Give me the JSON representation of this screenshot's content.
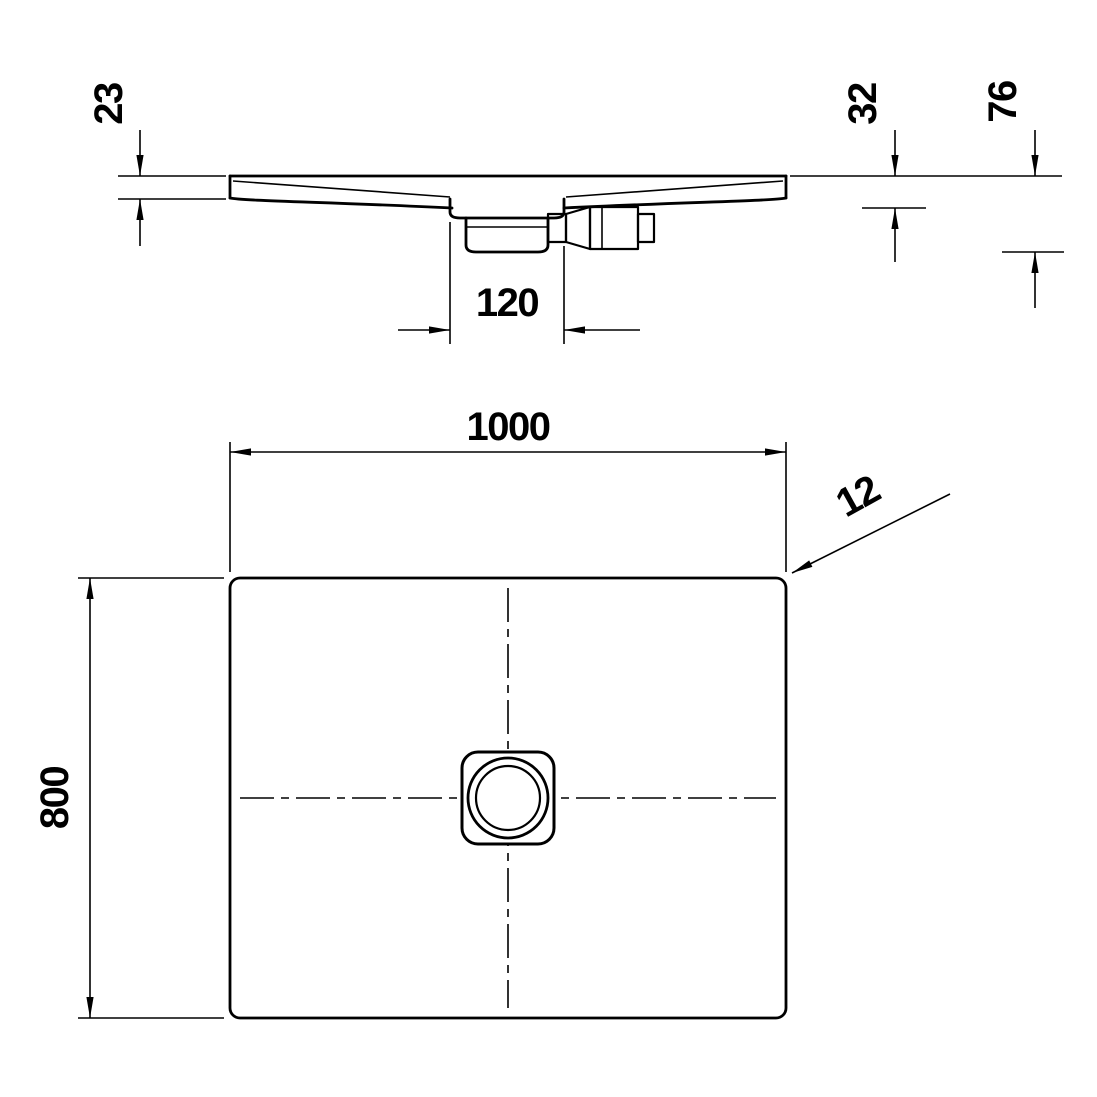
{
  "colors": {
    "line": "#000000",
    "background": "#ffffff"
  },
  "side_view": {
    "edge_thickness_label": "23",
    "center_depth_label": "32",
    "overall_height_label": "76",
    "drain_width_label": "120"
  },
  "plan_view": {
    "width_label": "1000",
    "depth_label": "800",
    "edge_detail_label": "12"
  }
}
